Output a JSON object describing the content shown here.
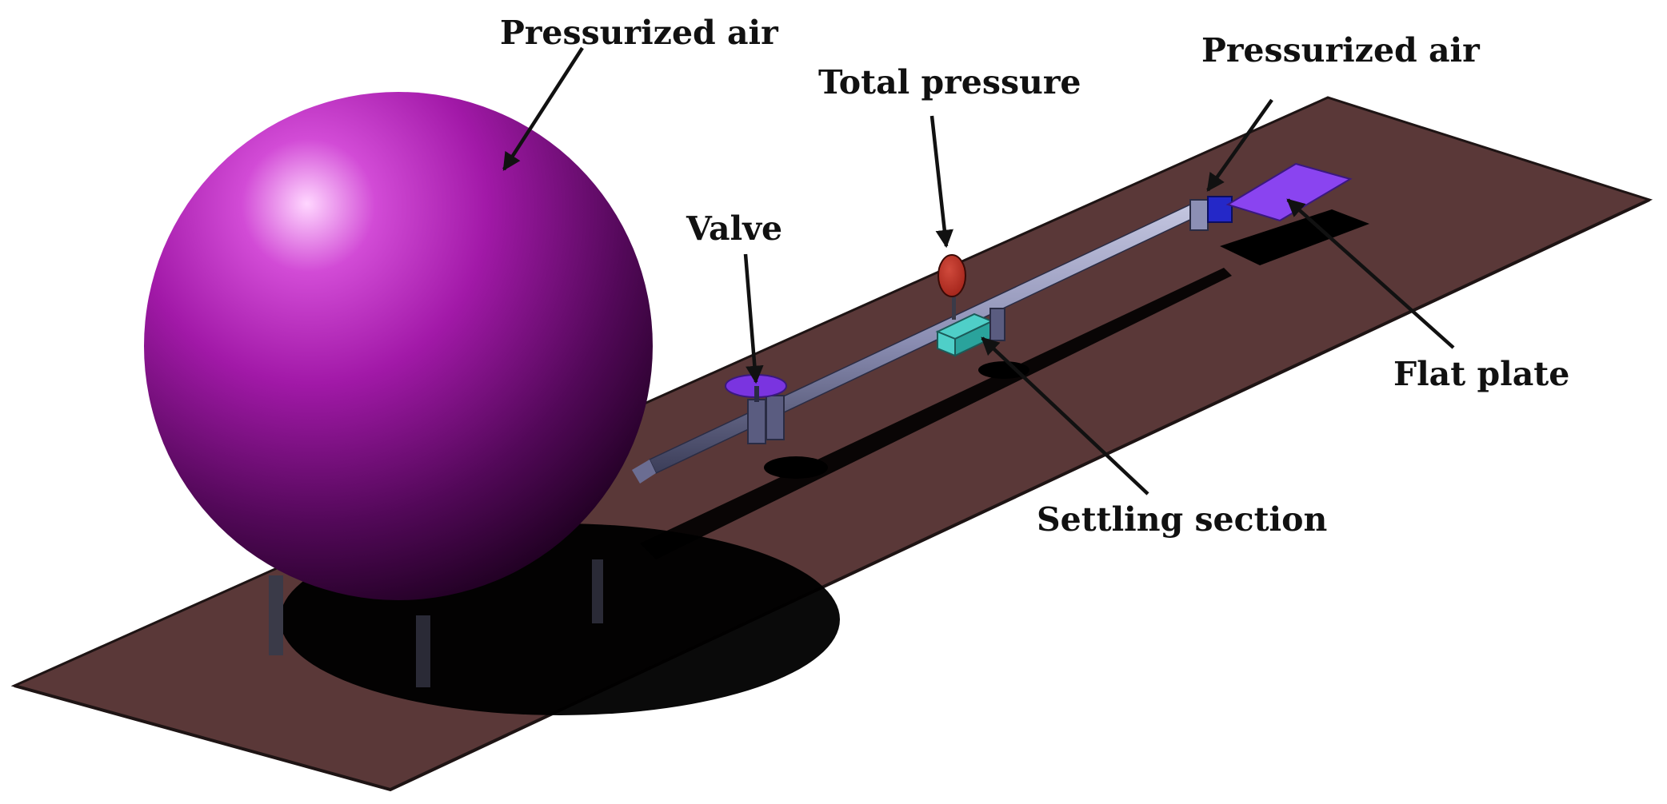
{
  "labels": {
    "pressurized_air_tank": "Pressurized air",
    "pressurized_air_nozzle": "Pressurized air",
    "total_pressure": "Total pressure",
    "valve": "Valve",
    "settling_section": "Settling section",
    "flat_plate": "Flat plate"
  },
  "colors": {
    "background": "#ffffff",
    "ground_plate": "#5a3838",
    "ground_edge": "#1e1414",
    "sphere_highlight": "#ffd6ff",
    "sphere_mid": "#a219a8",
    "sphere_dark": "#1e0020",
    "pipe": "#8c8fb4",
    "valve_disc": "#7a34e0",
    "pressure_gauge": "#a3241a",
    "settling_section": "#4fcfc8",
    "flat_plate": "#8a44f0",
    "nozzle": "#2428c8",
    "shadow": "#000000",
    "arrow": "#111111"
  }
}
